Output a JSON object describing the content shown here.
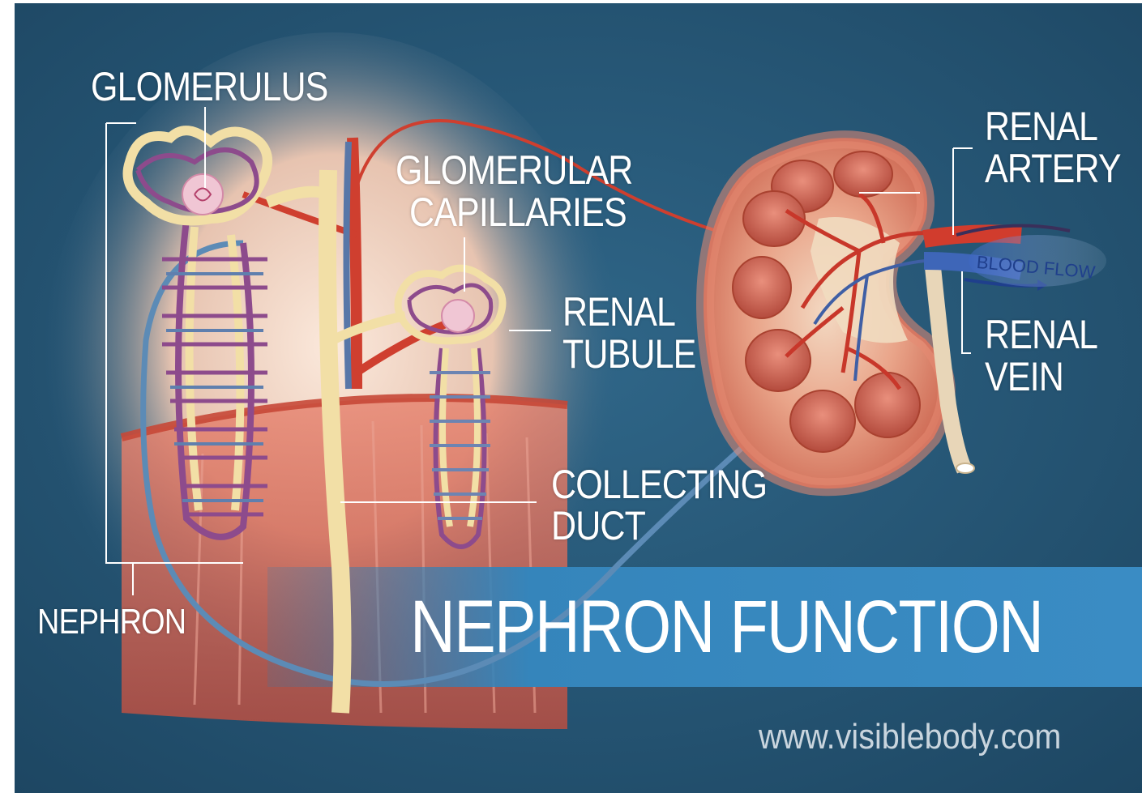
{
  "diagram": {
    "title": "NEPHRON FUNCTION",
    "website": "www.visiblebody.com",
    "labels": {
      "glomerulus": "GLOMERULUS",
      "glomerular_capillaries_line1": "GLOMERULAR",
      "glomerular_capillaries_line2": "CAPILLARIES",
      "renal_tubule_line1": "RENAL",
      "renal_tubule_line2": "TUBULE",
      "collecting_duct_line1": "COLLECTING",
      "collecting_duct_line2": "DUCT",
      "nephron": "NEPHRON",
      "renal_artery_line1": "RENAL",
      "renal_artery_line2": "ARTERY",
      "renal_vein_line1": "RENAL",
      "renal_vein_line2": "VEIN",
      "blood_flow": "BLOOD FLOW"
    },
    "colors": {
      "background": "#245473",
      "title_band": "#3a89bf",
      "artery": "#c8372a",
      "vein": "#4a6fa6",
      "tubule": "#e9d49a",
      "kidney_tissue": "#d9634e",
      "text": "#ffffff"
    }
  }
}
